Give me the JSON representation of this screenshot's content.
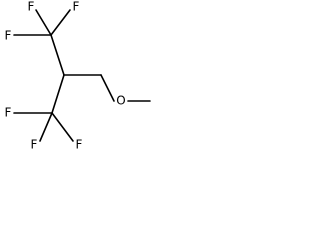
{
  "molecule": {
    "atoms": {
      "f_top_1": "F",
      "f_top_2": "F",
      "f_top_3": "F",
      "f_bottom_1": "F",
      "f_bottom_2": "F",
      "f_bottom_3": "F",
      "oxygen": "O"
    }
  }
}
